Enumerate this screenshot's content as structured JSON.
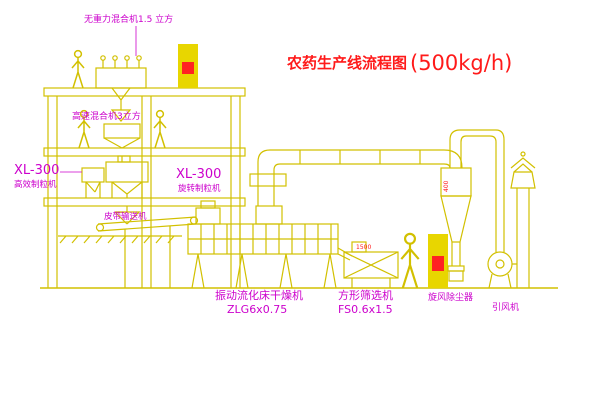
{
  "title": {
    "name": "农药生产线流程图",
    "capacity": "(500kg/h)"
  },
  "labels": {
    "top_mixer": "无重力混合机1.5 立方",
    "high_speed_mixer": "高速混合机3立方",
    "granulator_left_model": "XL-300",
    "granulator_left_name": "高效制粒机",
    "granulator_mid_model": "XL-300",
    "granulator_mid_name": "旋转制粒机",
    "belt_conveyor": "皮带输送机",
    "dryer_name": "振动流化床干燥机",
    "dryer_model": "ZLG6x0.75",
    "sieve_name": "方形筛选机",
    "sieve_model": "FS0.6x1.5",
    "cyclone": "旋风除尘器",
    "fan": "引风机"
  },
  "dimensions": {
    "sieve_width": "1500",
    "duct_diameter": "400"
  },
  "colors": {
    "line": "#d2c000",
    "label": "#cc00cc",
    "title": "#ff1a1a",
    "display": "#ff2222",
    "cabinet": "#e8d600",
    "background": "#ffffff"
  }
}
